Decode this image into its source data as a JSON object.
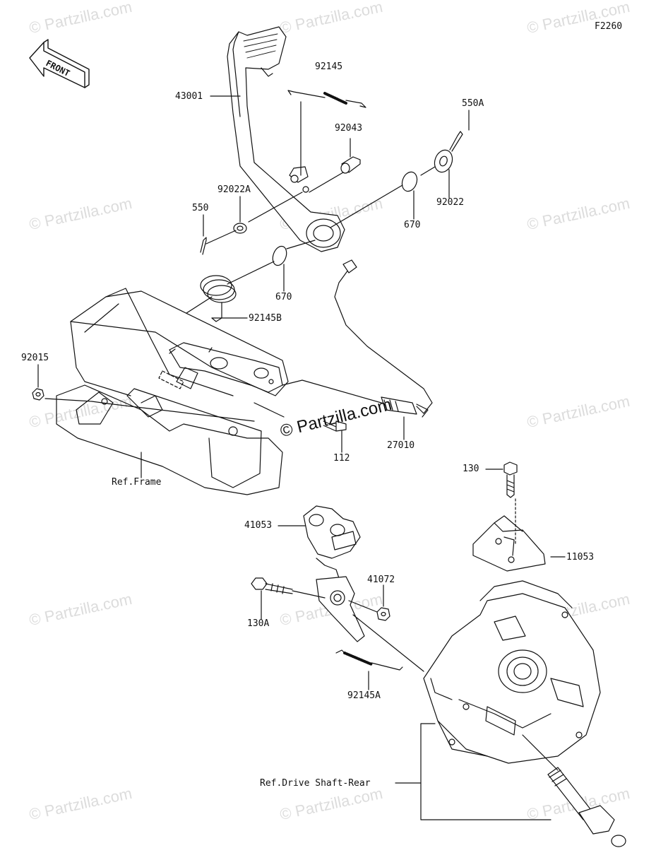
{
  "diagram": {
    "code": "F2260",
    "front_label": "FRONT",
    "center_watermark": "© Partzilla.com",
    "watermark": "© Partzilla.com",
    "labels": [
      {
        "id": "43001",
        "text": "43001"
      },
      {
        "id": "92145",
        "text": "92145"
      },
      {
        "id": "92043",
        "text": "92043"
      },
      {
        "id": "550A",
        "text": "550A"
      },
      {
        "id": "92022",
        "text": "92022"
      },
      {
        "id": "670a",
        "text": "670"
      },
      {
        "id": "92022A",
        "text": "92022A"
      },
      {
        "id": "550",
        "text": "550"
      },
      {
        "id": "670b",
        "text": "670"
      },
      {
        "id": "92145B",
        "text": "92145B"
      },
      {
        "id": "92015",
        "text": "92015"
      },
      {
        "id": "27010",
        "text": "27010"
      },
      {
        "id": "112",
        "text": "112"
      },
      {
        "id": "ref_frame",
        "text": "Ref.Frame"
      },
      {
        "id": "130",
        "text": "130"
      },
      {
        "id": "11053",
        "text": "11053"
      },
      {
        "id": "41053",
        "text": "41053"
      },
      {
        "id": "41072",
        "text": "41072"
      },
      {
        "id": "130A",
        "text": "130A"
      },
      {
        "id": "92145A",
        "text": "92145A"
      },
      {
        "id": "ref_drive",
        "text": "Ref.Drive Shaft-Rear"
      }
    ]
  }
}
